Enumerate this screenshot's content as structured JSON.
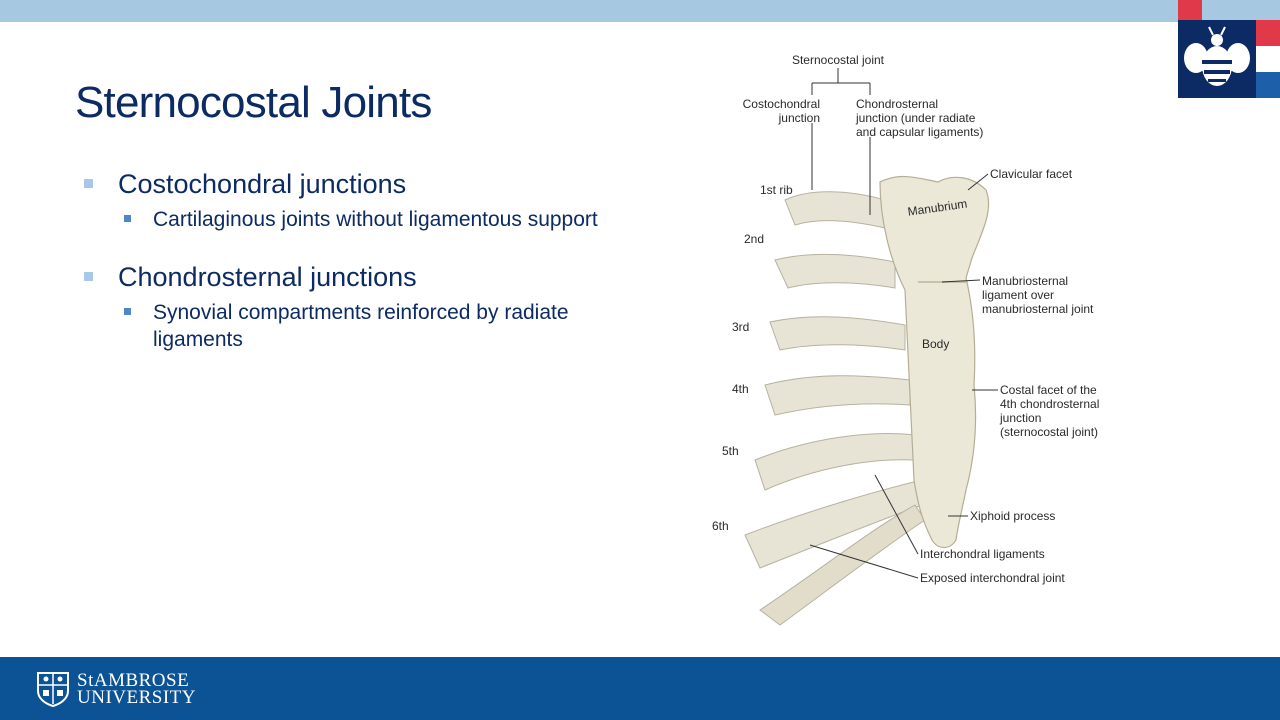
{
  "slide": {
    "title": "Sternocostal Joints",
    "bullets": [
      {
        "text": "Costochondral junctions",
        "sub": [
          "Cartilaginous joints without ligamentous support"
        ]
      },
      {
        "text": "Chondrosternal junctions",
        "sub": [
          "Synovial compartments reinforced by radiate ligaments"
        ]
      }
    ]
  },
  "figure": {
    "labels": {
      "sternocostal_joint": "Sternocostal joint",
      "costochondral_junction": [
        "Costochondral",
        "junction"
      ],
      "chondrosternal_junction": [
        "Chondrosternal",
        "junction (under radiate",
        "and capsular ligaments)"
      ],
      "clavicular_facet": "Clavicular facet",
      "manubrium": "Manubrium",
      "manubriosternal_ligament": [
        "Manubriosternal",
        "ligament over",
        "manubriosternal joint"
      ],
      "body": "Body",
      "costal_facet": [
        "Costal facet of the",
        "4th chondrosternal",
        "junction",
        "(sternocostal joint)"
      ],
      "xiphoid_process": "Xiphoid process",
      "interchondral_ligaments": "Interchondral ligaments",
      "exposed_interchondral_joint": "Exposed interchondral joint",
      "ribs": [
        "1st rib",
        "2nd",
        "3rd",
        "4th",
        "5th",
        "6th"
      ]
    }
  },
  "footer": {
    "university_line1": "StAMBROSE",
    "university_line2": "UNIVERSITY"
  },
  "colors": {
    "title": "#0c2a63",
    "top_bar": "#a6c8e0",
    "footer": "#0b5394",
    "bullet_l1": "#a8c8ea",
    "bullet_l2": "#4f86c6",
    "logo_navy": "#0c2a63",
    "logo_red": "#e03a4a",
    "logo_blue": "#1d5fa8"
  },
  "icons": {
    "top_logo": "bee-icon",
    "footer_logo": "crest-icon"
  }
}
